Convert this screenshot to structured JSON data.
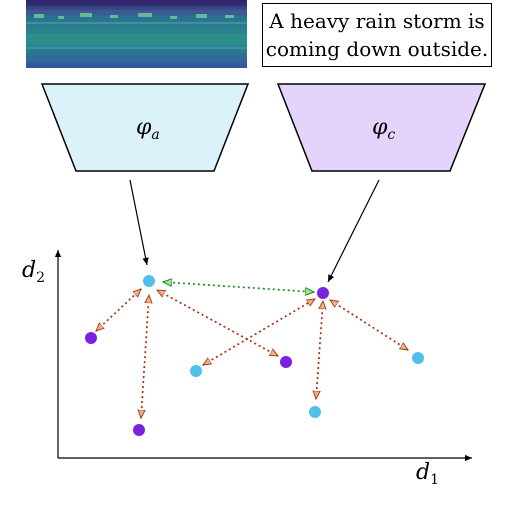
{
  "caption_text": "A heavy rain storm is coming down outside.",
  "encoders": {
    "audio_label": "φ",
    "audio_sub": "a",
    "text_label": "φ",
    "text_sub": "c",
    "audio_fill": "#dcf2fb",
    "text_fill": "#e4d4fb"
  },
  "axes": {
    "x_label": "d",
    "x_sub": "1",
    "y_label": "d",
    "y_sub": "2"
  },
  "colors": {
    "audio_point": "#4fc0ea",
    "text_point": "#7b22e0",
    "negative_arrow": "#a8300e",
    "positive_arrow": "#1f8f1f"
  },
  "spectrogram_colors": {
    "top": "#4a2f88",
    "mid": "#2a8a8c",
    "bottom": "#3a5a96",
    "highlight": "#6fd09a"
  }
}
